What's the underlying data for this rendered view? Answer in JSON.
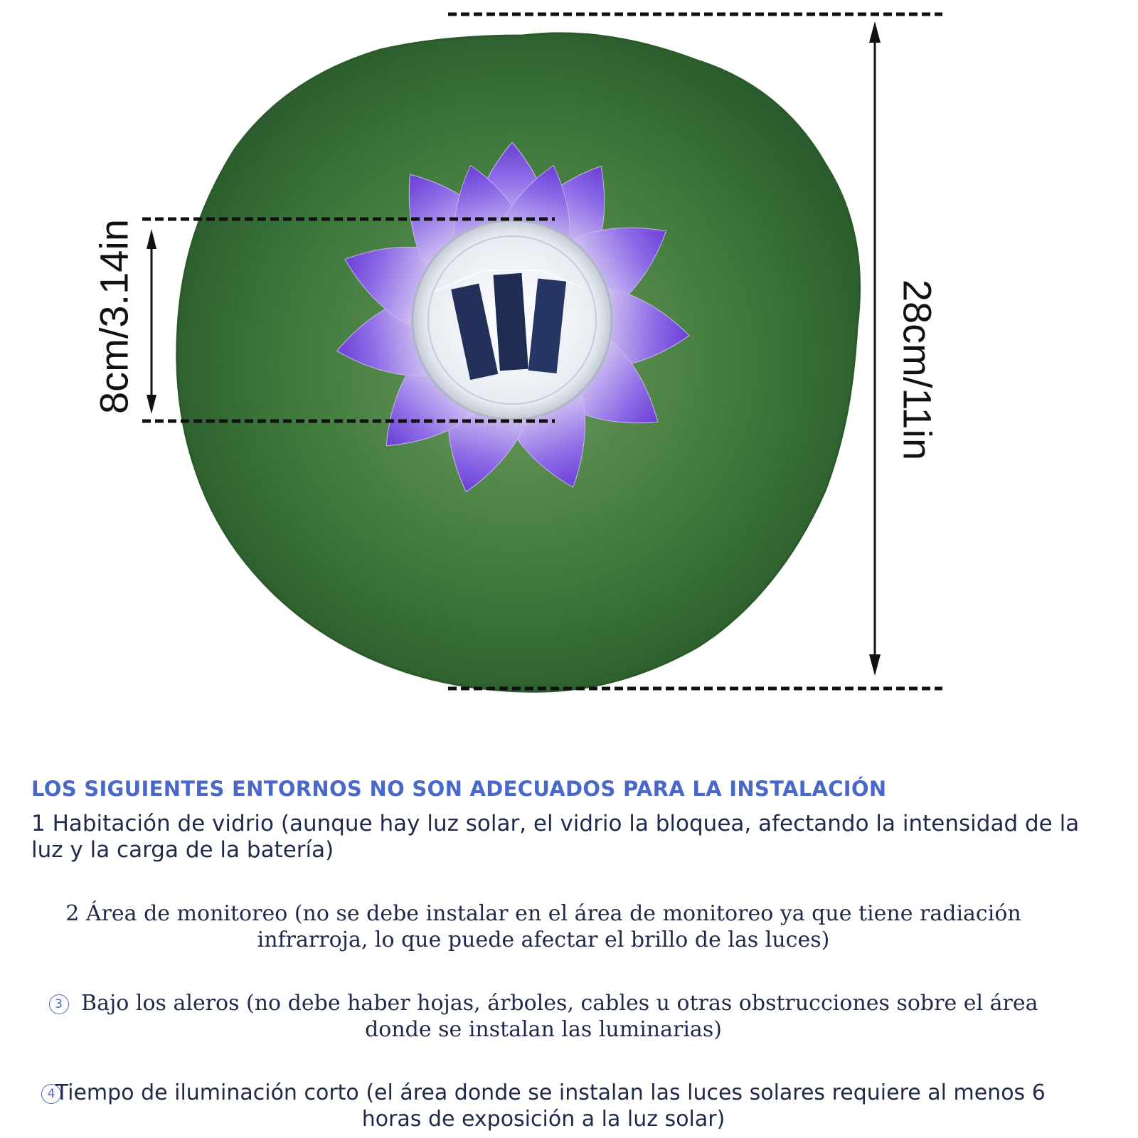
{
  "product": {
    "dimension_small": "8cm/3.14in",
    "dimension_large": "28cm/11in"
  },
  "notes": {
    "heading": "LOS SIGUIENTES ENTORNOS NO SON ADECUADOS PARA LA INSTALACIÓN",
    "items": [
      {
        "marker": "",
        "text": "1 Habitación de vidrio (aunque hay luz solar, el vidrio la bloquea, afectando la intensidad de la luz y la carga de la batería)"
      },
      {
        "marker": "",
        "text": "2 Área de monitoreo (no se debe instalar en el área de monitoreo ya que tiene radiación infrarroja, lo que puede afectar el brillo de las luces)"
      },
      {
        "marker": "3",
        "text": "Bajo los aleros (no debe haber hojas, árboles, cables u otras obstrucciones sobre el área donde se instalan las luminarias)"
      },
      {
        "marker": "4",
        "text": "Tiempo de iluminación corto (el área donde se instalan las luces solares requiere al menos 6 horas de exposición a la luz solar)"
      }
    ]
  }
}
